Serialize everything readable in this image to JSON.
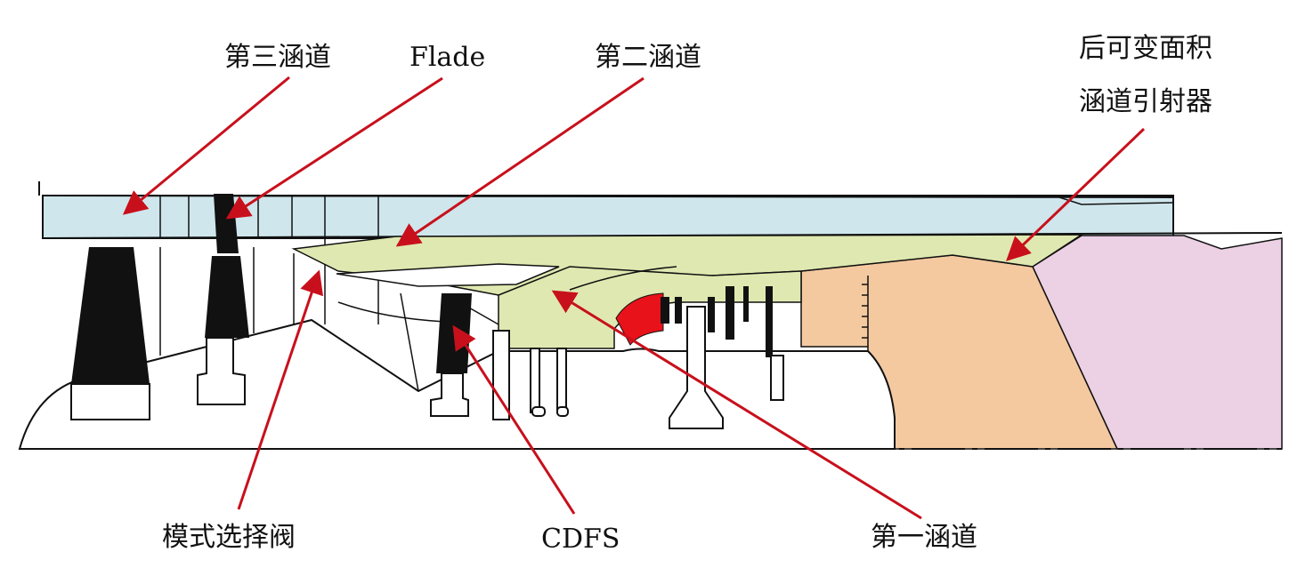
{
  "labels": {
    "third_bypass": "第三涵道",
    "flade": "Flade",
    "second_bypass": "第二涵道",
    "rvabi_line1": "后可变面积",
    "rvabi_line2": "涵道引射器",
    "mode_valve": "模式选择阀",
    "cdfs": "CDFS",
    "first_bypass": "第一涵道"
  },
  "colors": {
    "third_bypass_fill": "#cfe6ec",
    "second_bypass_fill": "#dfe8b0",
    "first_bypass_fill": "#dfe8b0",
    "combustor_fill": "#f4c9a0",
    "nozzle_fill": "#ecd0e4",
    "combustor_liner": "#e8121a",
    "arrow": "#c8101c",
    "outline": "#111111"
  }
}
